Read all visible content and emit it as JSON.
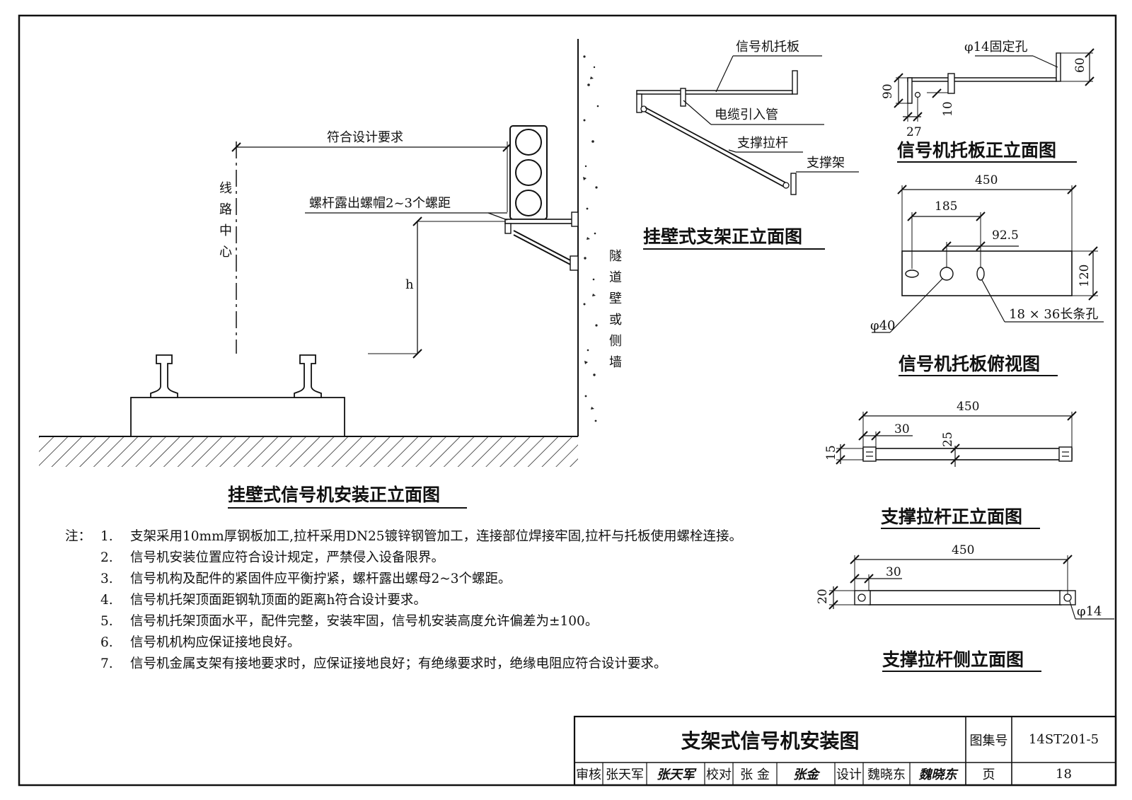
{
  "main_view": {
    "title": "挂壁式信号机安装正立面图",
    "label_design": "符合设计要求",
    "label_bolt": "螺杆露出螺帽2~3个螺距",
    "label_center": [
      "线",
      "路",
      "中",
      "心"
    ],
    "label_wall": [
      "隧",
      "道",
      "壁",
      "或",
      "侧",
      "墙"
    ],
    "label_h": "h"
  },
  "bracket_view": {
    "title": "挂壁式支架正立面图",
    "label_plate": "信号机托板",
    "label_cable": "电缆引入管",
    "label_rod": "支撑拉杆",
    "label_frame": "支撑架"
  },
  "plate_front": {
    "title": "信号机托板正立面图",
    "label_hole": "φ14固定孔",
    "dim_60": "60",
    "dim_90": "90",
    "dim_10": "10",
    "dim_27": "27"
  },
  "plate_top": {
    "title": "信号机托板俯视图",
    "dim_450": "450",
    "dim_185": "185",
    "dim_925": "92.5",
    "dim_120": "120",
    "label_phi40": "φ40",
    "label_slot": "18 × 36长条孔"
  },
  "rod_front": {
    "title": "支撑拉杆正立面图",
    "dim_450": "450",
    "dim_30": "30",
    "dim_25": "25",
    "dim_15": "15"
  },
  "rod_side": {
    "title": "支撑拉杆侧立面图",
    "dim_450": "450",
    "dim_30": "30",
    "dim_20": "20",
    "label_phi14": "φ14"
  },
  "notes": {
    "head": "注：",
    "items": [
      {
        "num": "1.",
        "text": "支架采用10mm厚钢板加工,拉杆采用DN25镀锌钢管加工，连接部位焊接牢固,拉杆与托板使用螺栓连接。"
      },
      {
        "num": "2.",
        "text": "信号机安装位置应符合设计规定，严禁侵入设备限界。"
      },
      {
        "num": "3.",
        "text": "信号机构及配件的紧固件应平衡拧紧，螺杆露出螺母2~3个螺距。"
      },
      {
        "num": "4.",
        "text": "信号机托架顶面距钢轨顶面的距离h符合设计要求。"
      },
      {
        "num": "5.",
        "text": "信号机托架顶面水平，配件完整，安装牢固，信号机安装高度允许偏差为±100。"
      },
      {
        "num": "6.",
        "text": "信号机机构应保证接地良好。"
      },
      {
        "num": "7.",
        "text": "信号机金属支架有接地要求时，应保证接地良好；有绝缘要求时，绝缘电阻应符合设计要求。"
      }
    ]
  },
  "title_block": {
    "title": "支架式信号机安装图",
    "atlas_label": "图集号",
    "atlas_no": "14ST201-5",
    "page_label": "页",
    "page_no": "18",
    "review_label": "审核",
    "review_name": "张天军",
    "review_sig": "张天军",
    "check_label": "校对",
    "check_name": "张 金",
    "check_sig": "张金",
    "design_label": "设计",
    "design_name": "魏晓东",
    "design_sig": "魏晓东"
  }
}
